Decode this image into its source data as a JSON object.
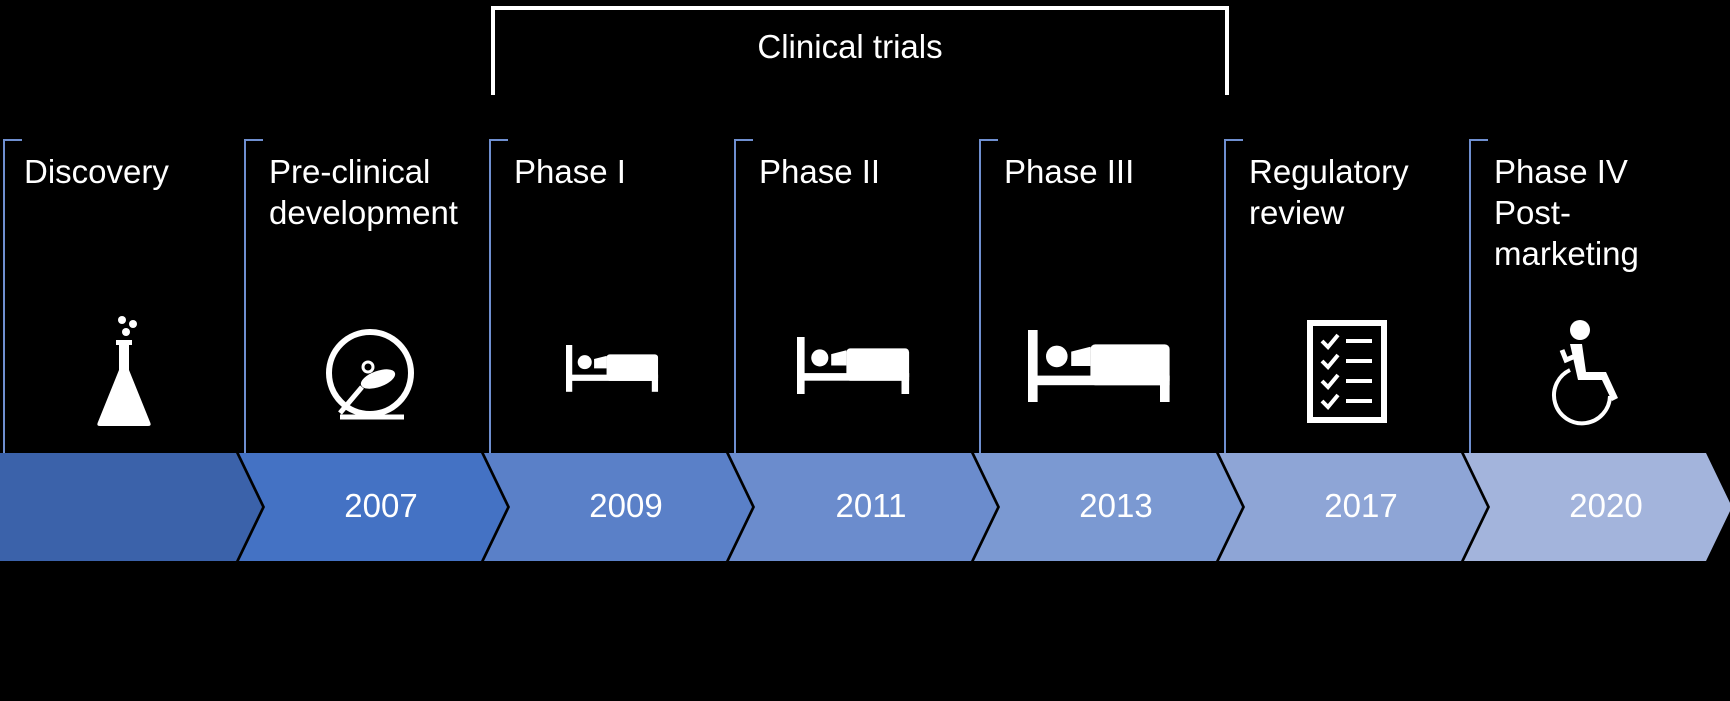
{
  "bracket": {
    "label": "Clinical trials"
  },
  "stages": [
    {
      "lines": [
        "Discovery"
      ],
      "year": "",
      "icon": "flask-icon",
      "color": "#3b62aa"
    },
    {
      "lines": [
        "Pre-clinical",
        "development"
      ],
      "year": "2007",
      "icon": "hamster-wheel-icon",
      "color": "#4472c4"
    },
    {
      "lines": [
        "Phase I"
      ],
      "year": "2009",
      "icon": "bed-patient-icon",
      "color": "#5a80c8"
    },
    {
      "lines": [
        "Phase II"
      ],
      "year": "2011",
      "icon": "bed-patient-icon",
      "color": "#6b8ccd"
    },
    {
      "lines": [
        "Phase III"
      ],
      "year": "2013",
      "icon": "bed-patient-icon",
      "color": "#7b99d2"
    },
    {
      "lines": [
        "Regulatory",
        "review"
      ],
      "year": "2017",
      "icon": "checklist-icon",
      "color": "#8ea5d6"
    },
    {
      "lines": [
        "Phase IV",
        "Post-",
        "marketing"
      ],
      "year": "2020",
      "icon": "wheelchair-icon",
      "color": "#a3b4dc"
    }
  ]
}
